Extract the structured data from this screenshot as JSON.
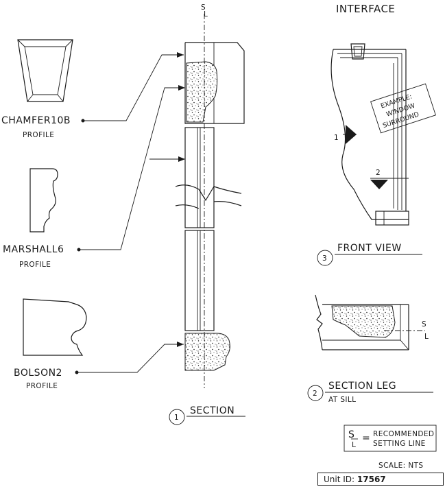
{
  "header": {
    "interface_label": "INTERFACE"
  },
  "profiles": [
    {
      "name": "CHAMFER10B",
      "sub": "PROFILE"
    },
    {
      "name": "MARSHALL6",
      "sub": "PROFILE"
    },
    {
      "name": "BOLSON2",
      "sub": "PROFILE"
    }
  ],
  "section": {
    "number": "1",
    "title": "SECTION",
    "sl_mark": "S\nL"
  },
  "front_view": {
    "number": "3",
    "title": "FRONT VIEW",
    "marker_1": "1",
    "marker_2": "2",
    "example_note": [
      "EXAMPLE:",
      "WINDOW",
      "SURROUND"
    ]
  },
  "section_leg": {
    "number": "2",
    "title": "SECTION LEG",
    "sub": "AT SILL"
  },
  "legend": {
    "symbol": "SL",
    "equals": "=",
    "line1": "RECOMMENDED",
    "line2": "SETTING LINE"
  },
  "scale": "SCALE: NTS",
  "unit": {
    "label": "Unit ID:",
    "id": "17567"
  }
}
